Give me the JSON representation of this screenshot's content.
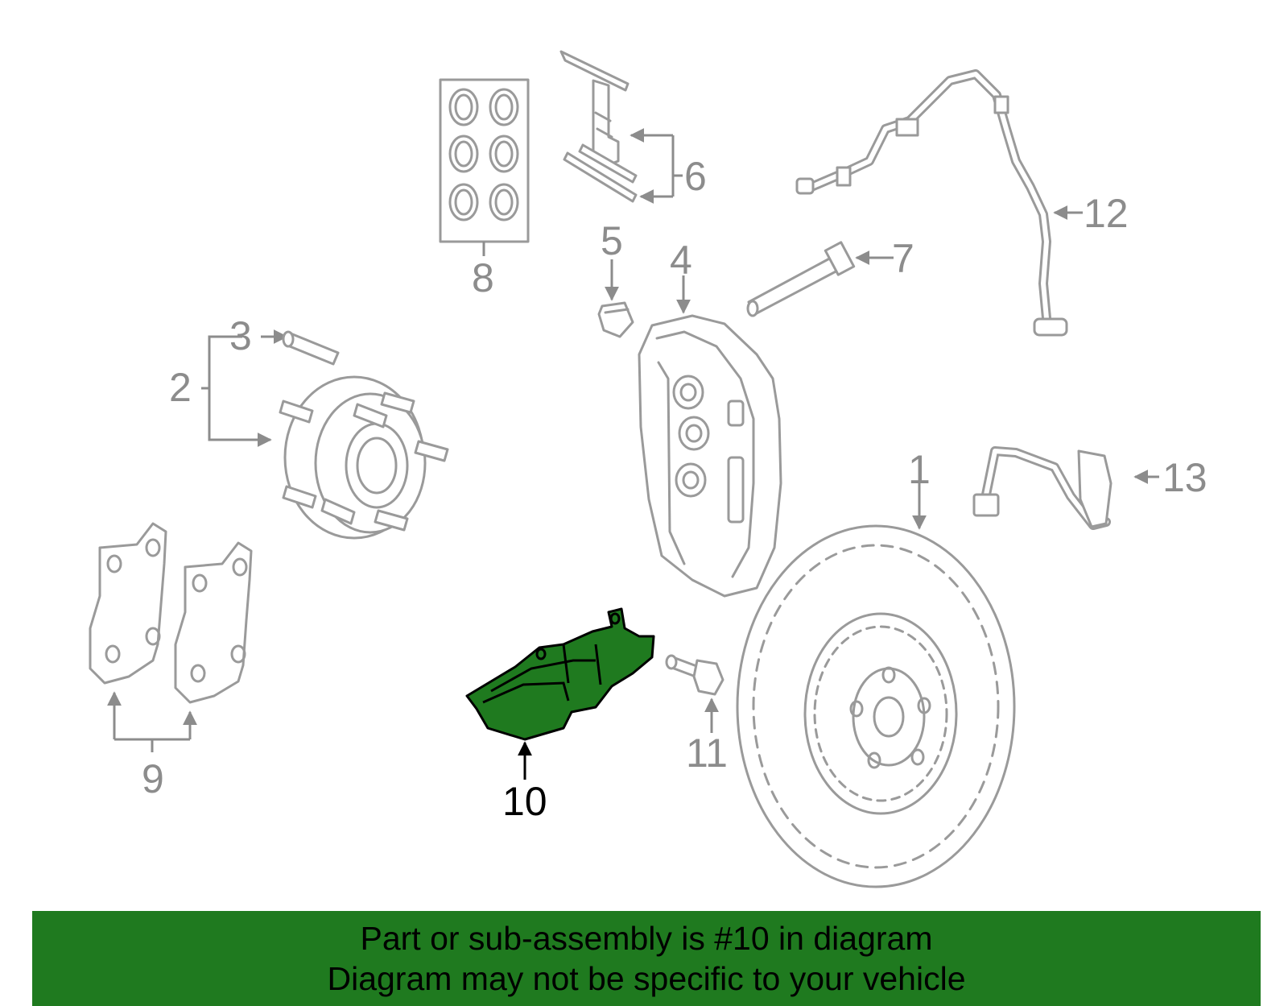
{
  "colors": {
    "highlight": "#1f7a1f",
    "outline": "#9a9a9a",
    "callout": "#8c8c8c",
    "banner_background": "#1f7a1f",
    "banner_text": "#000000"
  },
  "diagram": {
    "highlighted_part": "10",
    "callouts": {
      "c1": "1",
      "c2": "2",
      "c3": "3",
      "c4": "4",
      "c5": "5",
      "c6": "6",
      "c7": "7",
      "c8": "8",
      "c9": "9",
      "c10": "10",
      "c11": "11",
      "c12": "12",
      "c13": "13"
    }
  },
  "banner": {
    "line1": "Part or sub-assembly is #10 in diagram",
    "line2": "Diagram may not be specific to your vehicle"
  }
}
